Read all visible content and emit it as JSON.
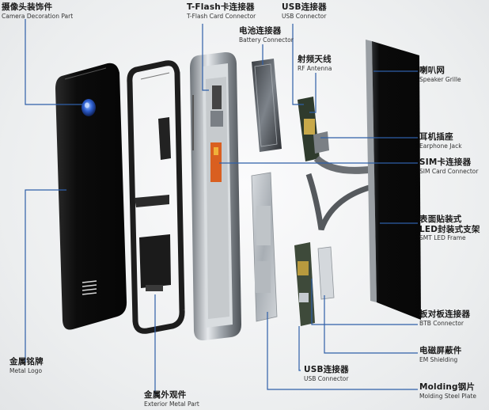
{
  "labels": {
    "camera_decoration": {
      "zh": "摄像头装饰件",
      "en": "Camera Decoration Part"
    },
    "tflash_connector": {
      "zh": "T-Flash卡连接器",
      "en": "T-Flash Card Connector"
    },
    "usb_connector_top": {
      "zh": "USB连接器",
      "en": "USB Connector"
    },
    "battery_connector": {
      "zh": "电池连接器",
      "en": "Battery Connector"
    },
    "rf_antenna": {
      "zh": "射频天线",
      "en": "RF Antenna"
    },
    "speaker_grille": {
      "zh": "喇叭网",
      "en": "Speaker Grille"
    },
    "earphone_jack": {
      "zh": "耳机插座",
      "en": "Earphone Jack"
    },
    "sim_connector": {
      "zh": "SIM卡连接器",
      "en": "SIM Card Connector"
    },
    "smt_led_frame": {
      "zh": "表面贴装式",
      "zh2": "LED封装式支架",
      "en": "SMT LED Frame"
    },
    "btb_connector": {
      "zh": "板对板连接器",
      "en": "BTB Connector"
    },
    "em_shielding": {
      "zh": "电磁屏蔽件",
      "en": "EM Shielding"
    },
    "usb_connector_bottom": {
      "zh": "USB连接器",
      "en": "USB Connector"
    },
    "molding_steel_plate": {
      "zh": "Molding钢片",
      "en": "Molding Steel Plate"
    },
    "exterior_metal_part": {
      "zh": "金属外观件",
      "en": "Exterior Metal Part"
    },
    "metal_logo": {
      "zh": "金属铭牌",
      "en": "Metal Logo"
    }
  },
  "colors": {
    "leader_line": "#2f5fa8",
    "body_dark": "#111111",
    "chrome": "#9aa0a6",
    "background": "#eef0f1"
  },
  "icons": [
    "camera-lens-icon",
    "speaker-grille-icon"
  ]
}
